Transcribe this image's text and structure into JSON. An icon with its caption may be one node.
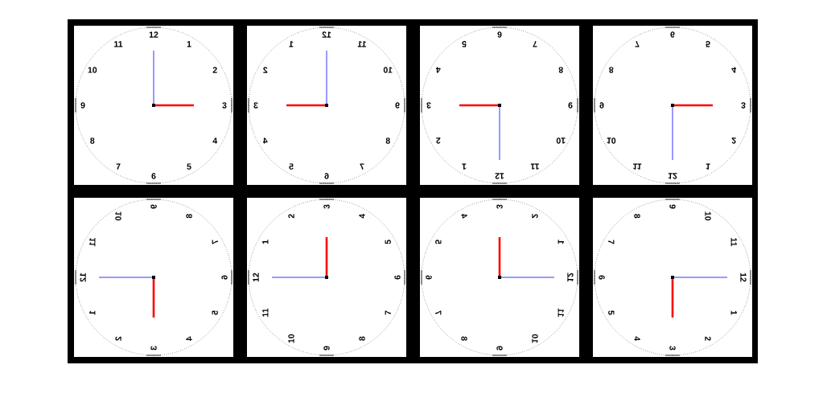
{
  "diagram": {
    "nodes": [
      {
        "text": [
          "1",
          "2",
          "3",
          "4",
          "5",
          "6",
          "7",
          "8",
          "9",
          "10",
          "11",
          "12"
        ]
      },
      {
        "text": [
          "1",
          "2",
          "3",
          "4",
          "5",
          "6",
          "7",
          "8",
          "9",
          "10",
          "11",
          "12"
        ]
      },
      {
        "text": [
          "1",
          "2",
          "3",
          "4",
          "5",
          "6",
          "7",
          "8",
          "9",
          "10",
          "11",
          "12"
        ]
      },
      {
        "text": [
          "1",
          "2",
          "3",
          "4",
          "5",
          "6",
          "7",
          "8",
          "9",
          "10",
          "11",
          "12"
        ]
      },
      {
        "text": [
          "1",
          "2",
          "3",
          "4",
          "5",
          "6",
          "7",
          "8",
          "9",
          "10",
          "11",
          "12"
        ]
      },
      {
        "text": [
          "1",
          "2",
          "3",
          "4",
          "5",
          "6",
          "7",
          "8",
          "9",
          "10",
          "11",
          "12"
        ]
      },
      {
        "text": [
          "1",
          "2",
          "3",
          "4",
          "5",
          "6",
          "7",
          "8",
          "9",
          "10",
          "11",
          "12"
        ]
      },
      {
        "text": [
          "1",
          "2",
          "3",
          "4",
          "5",
          "6",
          "7",
          "8",
          "9",
          "10",
          "11",
          "12"
        ]
      }
    ]
  }
}
